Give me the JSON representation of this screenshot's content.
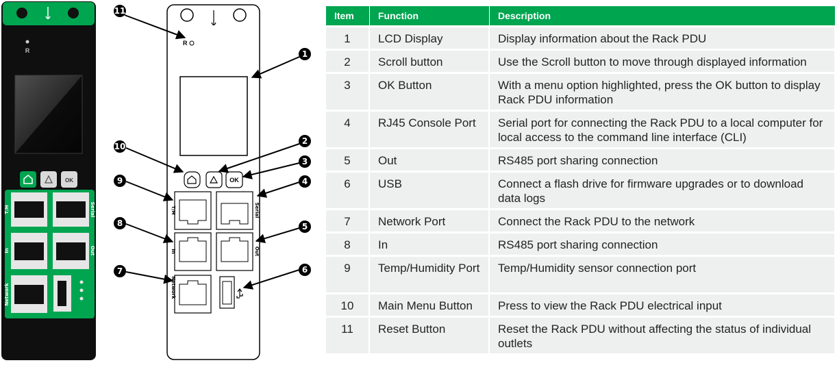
{
  "photo": {
    "reset_label": "R",
    "ok_label": "OK",
    "port_labels": {
      "th": "T/H",
      "serial": "Serial",
      "in": "In",
      "out": "Out",
      "network": "Network"
    }
  },
  "diagram": {
    "reset_label": "R",
    "ok_label": "OK",
    "port_labels": {
      "th": "T/H",
      "serial": "Serial",
      "in": "In",
      "out": "Out",
      "network": "Network"
    },
    "callouts": [
      "1",
      "2",
      "3",
      "4",
      "5",
      "6",
      "7",
      "8",
      "9",
      "10",
      "11"
    ]
  },
  "table": {
    "headers": {
      "item": "Item",
      "function": "Function",
      "description": "Description"
    },
    "rows": [
      {
        "item": "1",
        "function": "LCD Display",
        "description": "Display information about the Rack PDU"
      },
      {
        "item": "2",
        "function": "Scroll button",
        "description": "Use the Scroll button to move through displayed information"
      },
      {
        "item": "3",
        "function": "OK Button",
        "description": "With a menu option highlighted, press the OK button to display Rack PDU information"
      },
      {
        "item": "4",
        "function": "RJ45 Console Port",
        "description": "Serial port for connecting the Rack PDU to a local computer for local access to the command line interface (CLI)"
      },
      {
        "item": "5",
        "function": "Out",
        "description": "RS485 port sharing connection"
      },
      {
        "item": "6",
        "function": "USB",
        "description": "Connect a flash drive for firmware upgrades or to download data logs"
      },
      {
        "item": "7",
        "function": "Network Port",
        "description": "Connect the Rack PDU to the network"
      },
      {
        "item": "8",
        "function": "In",
        "description": "RS485 port sharing connection"
      },
      {
        "item": "9",
        "function": "Temp/Humidity Port",
        "description": "Temp/Humidity sensor connection port"
      },
      {
        "item": "10",
        "function": "Main Menu Button",
        "description": "Press to view the Rack PDU electrical input"
      },
      {
        "item": "11",
        "function": "Reset Button",
        "description": "Reset the Rack PDU without affecting the status of individual outlets"
      }
    ]
  }
}
